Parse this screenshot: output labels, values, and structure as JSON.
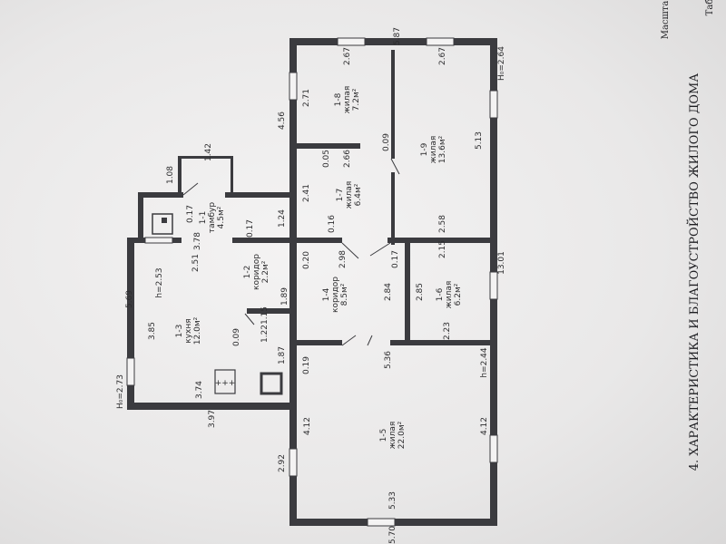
{
  "section_title": "4. ХАРАКТЕРИСТИКА И БЛАГОУСТРОЙСТВО ЖИЛОГО ДОМА",
  "scale_label": "Масшта",
  "corner_label": "Таб",
  "heights": {
    "left": "H₀=2.73",
    "right": "H₀=2.64",
    "kitchen": "h=2.53",
    "room5": "h=2.44"
  },
  "rooms": [
    {
      "no": "1-1",
      "name": "тамбур",
      "area": "4.5м²"
    },
    {
      "no": "1-2",
      "name": "коридор",
      "area": "2.2м²"
    },
    {
      "no": "1-3",
      "name": "кухня",
      "area": "12.0м²"
    },
    {
      "no": "1-4",
      "name": "коридор",
      "area": "8.5м²"
    },
    {
      "no": "1-5",
      "name": "жилая",
      "area": "22.0м²"
    },
    {
      "no": "1-6",
      "name": "жилая",
      "area": "6.2м²"
    },
    {
      "no": "1-7",
      "name": "жилая",
      "area": "6.4м²"
    },
    {
      "no": "1-8",
      "name": "жилая",
      "area": "7.2м²"
    },
    {
      "no": "1-9",
      "name": "жилая",
      "area": "13.6м²"
    }
  ],
  "dims": {
    "top_587": "5.87",
    "top_267a": "2.67",
    "top_267b": "2.67",
    "r8_271": "2.71",
    "r9_513": "5.13",
    "w_456": "4.56",
    "r7_241": "2.41",
    "r7_266": "2.66",
    "r7_005": "0.05",
    "r7_009": "0.09",
    "r7_016": "0.16",
    "r9_258": "2.58",
    "w_124": "1.24",
    "w_020": "0.20",
    "c_298": "2.98",
    "c_017": "0.17",
    "r6_215": "2.15",
    "r_1301": "13.01",
    "c_284": "2.84",
    "r6_285": "2.85",
    "r6_223": "2.23",
    "c_189": "1.89",
    "c_115": "1.15",
    "c_122": "1.22",
    "c_009": "0.09",
    "t_142": "1.42",
    "t_108": "1.08",
    "t_017": "0.17",
    "t_017b": "0.17",
    "k_378": "3.78",
    "k_251": "2.51",
    "k_569": "5.69",
    "k_385": "3.85",
    "k_374": "3.74",
    "k_397": "3.97",
    "w_187": "1.87",
    "r5_019": "0.19",
    "r5_536": "5.36",
    "r5_412a": "4.12",
    "r5_412b": "4.12",
    "w_292": "2.92",
    "r5_533": "5.33",
    "b_570": "5.70"
  }
}
